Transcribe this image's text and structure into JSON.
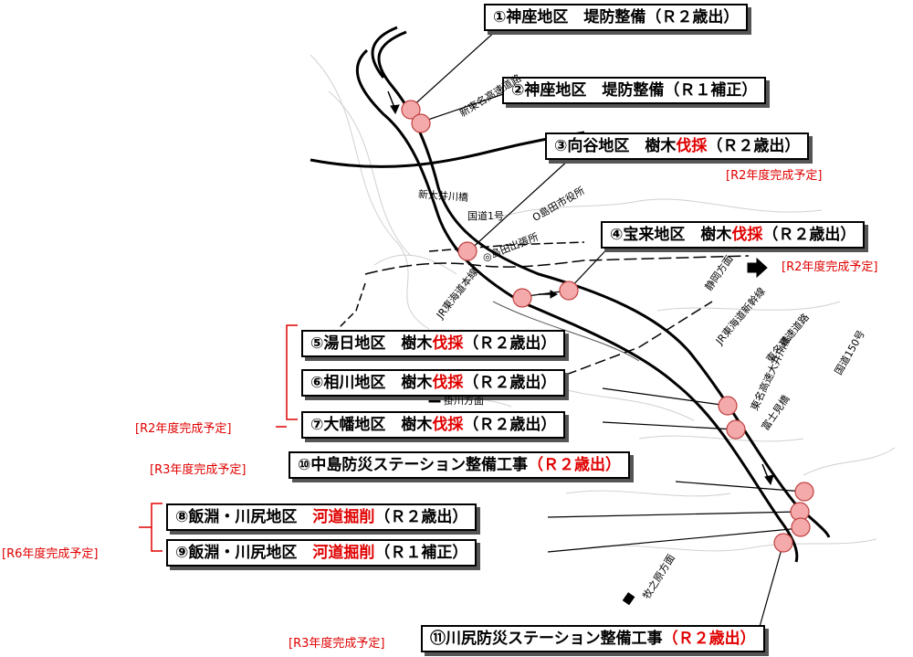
{
  "projects": [
    {
      "parts": [
        "①神座地区　堤防整備（Ｒ２歳出）"
      ]
    },
    {
      "parts": [
        "②神座地区　堤防整備（Ｒ１補正）"
      ]
    },
    {
      "parts": [
        "③向谷地区　樹木",
        "伐採",
        "（Ｒ２歳出）"
      ]
    },
    {
      "parts": [
        "④宝来地区　樹木",
        "伐採",
        "（Ｒ２歳出）"
      ]
    },
    {
      "parts": [
        "⑤湯日地区　樹木",
        "伐採",
        "（Ｒ２歳出）"
      ]
    },
    {
      "parts": [
        "⑥相川地区　樹木",
        "伐採",
        "（Ｒ２歳出）"
      ]
    },
    {
      "parts": [
        "⑦大幡地区　樹木",
        "伐採",
        "（Ｒ２歳出）"
      ]
    },
    {
      "parts": [
        "⑩中島防災ステーション整備工事",
        "（Ｒ２歳出）"
      ]
    },
    {
      "parts": [
        "⑧飯淵・川尻地区　",
        "河道掘削",
        "（Ｒ２歳出）"
      ]
    },
    {
      "parts": [
        "⑨飯淵・川尻地区　",
        "河道掘削",
        "（Ｒ１補正）"
      ]
    },
    {
      "parts": [
        "⑪川尻防災ステーション整備工事",
        "（Ｒ２歳出）"
      ]
    }
  ],
  "notes": {
    "r2_a": "[R2年度完成予定]",
    "r2_b": "[R2年度完成予定]",
    "r2_group": "[R2年度完成予定]",
    "r3_a": "[R3年度完成予定]",
    "r6_group": "[R6年度完成予定]",
    "r3_b": "[R3年度完成予定]"
  },
  "map_labels": {
    "shin_tomei": "新東名高速道路",
    "shin_oi_bridge": "新大井川橋",
    "route1": "国道1号",
    "shimada_city": "O島田市役所",
    "shimada_branch": "◎島田出張所",
    "jr_tokaido": "JR東海道本線",
    "shizuoka_dir": "静岡方面",
    "shinkansen": "JR東海道新幹線",
    "tomei": "東名高速道路",
    "tomei_oi_bridge": "東名高速大井川橋",
    "route150": "国道150号",
    "fujimi_bridge": "富士見橋",
    "kakegawa_dir": "掛川方面",
    "makinohara_dir": "牧之原方面"
  },
  "colors": {
    "accent_red": "#e00000",
    "marker_fill": "#f4aaaa",
    "marker_stroke": "#c04040"
  }
}
